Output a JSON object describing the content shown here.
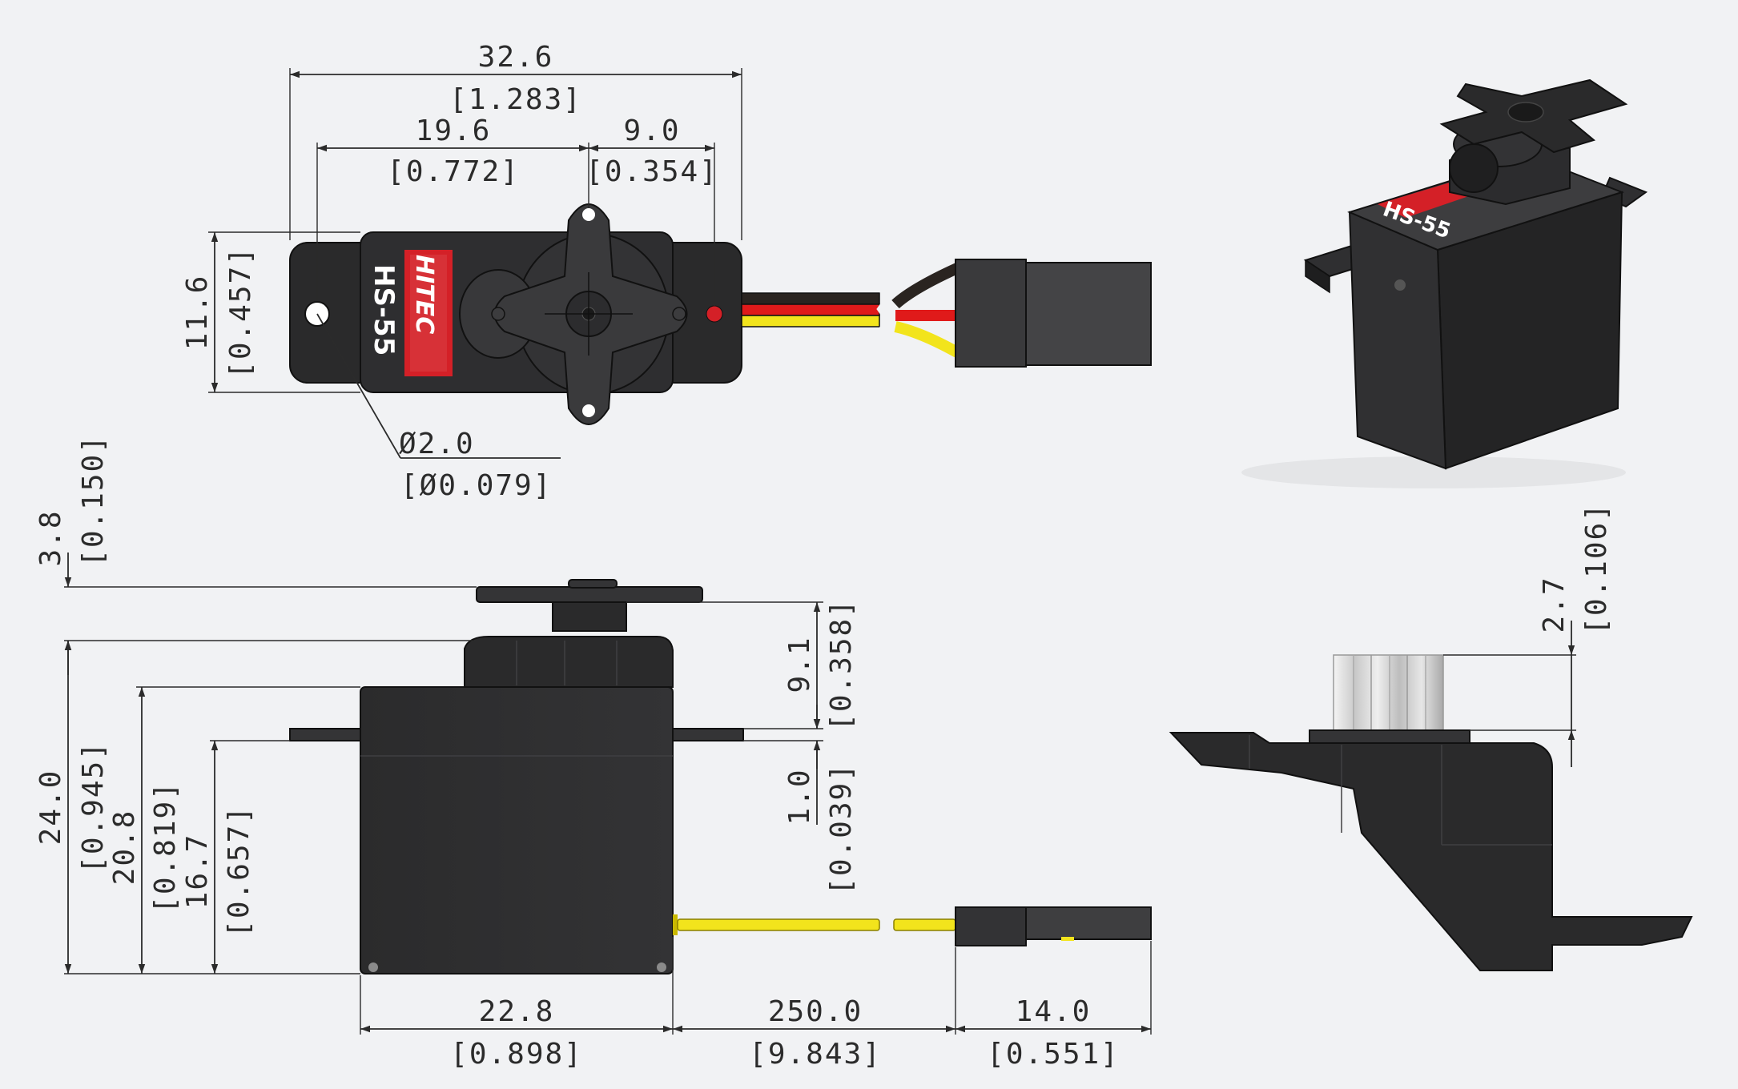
{
  "brand": "HITEC",
  "model": "HS-55",
  "dimensions": {
    "overall_length": {
      "mm": "32.6",
      "in": "[1.283]"
    },
    "mount_hole_to_shaft": {
      "mm": "19.6",
      "in": "[0.772]"
    },
    "shaft_to_end": {
      "mm": "9.0",
      "in": "[0.354]"
    },
    "body_width": {
      "mm": "11.6",
      "in": "[0.457]"
    },
    "hole_diameter": {
      "mm": "Ø2.0",
      "in": "[Ø0.079]"
    },
    "horn_thickness": {
      "mm": "3.8",
      "in": "[0.150]"
    },
    "total_height": {
      "mm": "24.0",
      "in": "[0.945]"
    },
    "case_height": {
      "mm": "20.8",
      "in": "[0.819]"
    },
    "tab_height": {
      "mm": "16.7",
      "in": "[0.657]"
    },
    "top_to_tab": {
      "mm": "9.1",
      "in": "[0.358]"
    },
    "tab_thickness": {
      "mm": "1.0",
      "in": "[0.039]"
    },
    "body_length": {
      "mm": "22.8",
      "in": "[0.898]"
    },
    "cable_length": {
      "mm": "250.0",
      "in": "[9.843]"
    },
    "connector_length": {
      "mm": "14.0",
      "in": "[0.551]"
    },
    "spline_height": {
      "mm": "2.7",
      "in": "[0.106]"
    }
  },
  "colors": {
    "background": "#f1f2f4",
    "line": "#2b2b2b",
    "body": "#2a2a2b",
    "wire_red": "#e01a1a",
    "wire_yellow": "#f2e41c",
    "wire_brown": "#2a2420",
    "label_red": "#d42027"
  }
}
